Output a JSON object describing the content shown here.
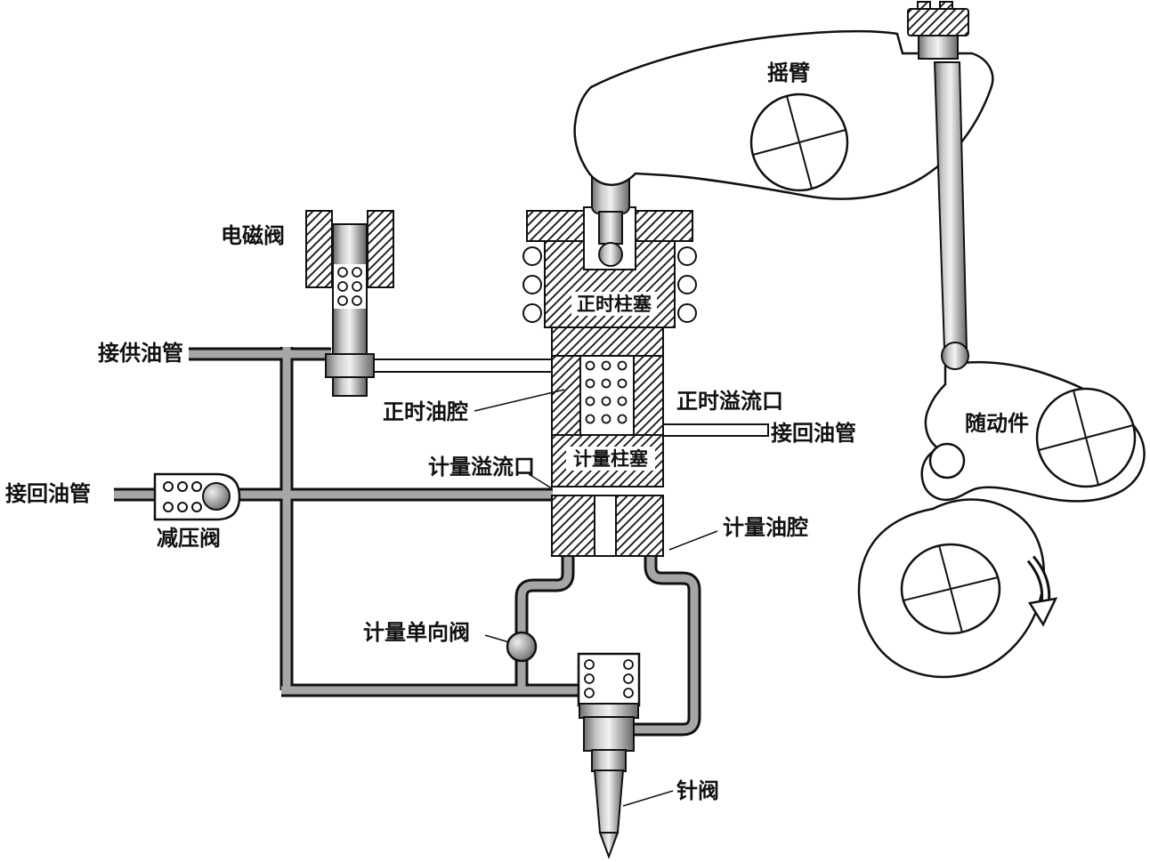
{
  "diagram": {
    "type": "mechanical-schematic",
    "subject": "fuel-injector-cross-section",
    "colors": {
      "ink": "#111111",
      "pipe": "#a6a6a6",
      "background": "#ffffff"
    },
    "labels": {
      "solenoid": "电磁阀",
      "supply_pipe": "接供油管",
      "timing_chamber": "正时油腔",
      "timing_plunger": "正时柱塞",
      "timing_spill_port": "正时溢流口",
      "return_pipe_right": "接回油管",
      "metering_spill_port": "计量溢流口",
      "metering_plunger": "计量柱塞",
      "return_pipe_left": "接回油管",
      "relief_valve": "减压阀",
      "metering_chamber": "计量油腔",
      "metering_check_valve": "计量单向阀",
      "needle_valve": "针阀",
      "rocker_arm": "摇臂",
      "follower": "随动件"
    }
  }
}
